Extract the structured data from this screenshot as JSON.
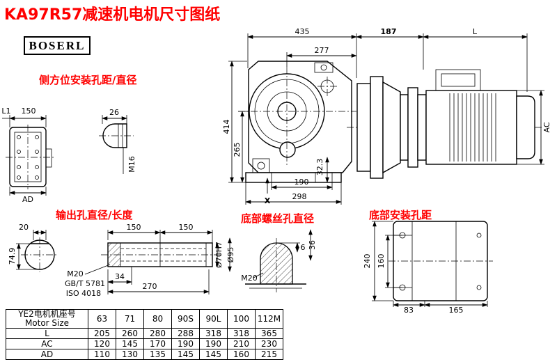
{
  "page": {
    "title": "KA97R57减速机电机尺寸图纸",
    "brand": "BOSERL"
  },
  "labels": {
    "side_mount": "侧方位安装孔距/直径",
    "output_hole": "输出孔直径/长度",
    "bottom_screw": "底部螺丝孔直径",
    "bottom_mount": "底部安装孔距"
  },
  "dims": {
    "d435": "435",
    "d277": "277",
    "d187": "187",
    "dL": "L",
    "d414": "414",
    "d265": "265",
    "d323": "32.3",
    "d190": "190",
    "d298": "298",
    "dX": "X",
    "dAC": "AC",
    "dL1": "L1",
    "d150_flange": "150",
    "dAD": "AD",
    "d26": "26",
    "dM16": "M16",
    "d20": "20",
    "d150_a": "150",
    "d150_b": "150",
    "d749": "74.9",
    "dM20_shaft": "M20",
    "d_gb": "GB/T 5781",
    "d_iso": "ISO 4018",
    "d34": "34",
    "d270": "270",
    "d70": "Ø70H7",
    "d95": "Ø95",
    "dM20_plug": "M20",
    "d6": "6",
    "d36": "36",
    "d240": "240",
    "d160": "160",
    "d83": "83",
    "d165": "165"
  },
  "table": {
    "header_line1": "YE2电机机座号",
    "header_line2": "Motor Size",
    "sizes": [
      "63",
      "71",
      "80",
      "90S",
      "90L",
      "100",
      "112M"
    ],
    "rows": [
      {
        "label": "L",
        "values": [
          "205",
          "260",
          "280",
          "288",
          "318",
          "318",
          "365"
        ]
      },
      {
        "label": "AC",
        "values": [
          "120",
          "145",
          "170",
          "190",
          "190",
          "210",
          "230"
        ]
      },
      {
        "label": "AD",
        "values": [
          "110",
          "130",
          "135",
          "145",
          "145",
          "160",
          "215"
        ]
      }
    ]
  }
}
